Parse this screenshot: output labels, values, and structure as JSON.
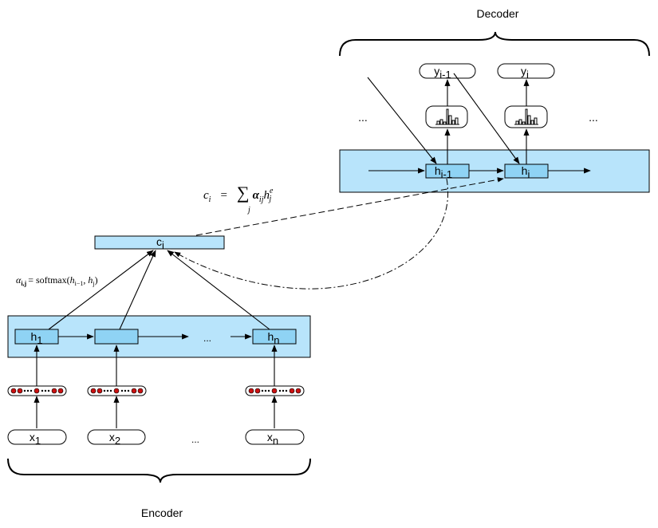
{
  "decoder": {
    "label": "Decoder",
    "h_prev": "h",
    "h_prev_sub": "i-1",
    "h_cur": "h",
    "h_cur_sub": "i",
    "y_prev": "y",
    "y_prev_sub": "i-1",
    "y_cur": "y",
    "y_cur_sub": "i",
    "ellipsis_left": "...",
    "ellipsis_right": "..."
  },
  "encoder": {
    "label": "Encoder",
    "h1": "h",
    "h1_sub": "1",
    "hn": "h",
    "hn_sub": "n",
    "h_ellipsis": "...",
    "x1": "x",
    "x1_sub": "1",
    "x2": "x",
    "x2_sub": "2",
    "xn": "x",
    "xn_sub": "n",
    "x_ellipsis": "..."
  },
  "context": {
    "label": "c",
    "label_sub": "i"
  },
  "formulas": {
    "context": {
      "c": "c",
      "c_sub": "i",
      "equals": "=",
      "sum": "∑",
      "sum_sub": "j",
      "alpha": "α",
      "alpha_sub": "ij",
      "h": "h",
      "h_sup": "e",
      "h_sub": "j"
    },
    "attention": {
      "alpha": "α",
      "alpha_sub": "i,j",
      "rest": "= softmax(",
      "h1": "h",
      "h1_sub": "i−1",
      "comma": ", ",
      "h2": "h",
      "h2_sub": "j",
      "close": ")"
    }
  },
  "colors": {
    "layer_fill": "#b8e4fb",
    "cell_fill": "#8fd3f4",
    "stroke": "#000000",
    "embed_dot": "#cc1111"
  }
}
